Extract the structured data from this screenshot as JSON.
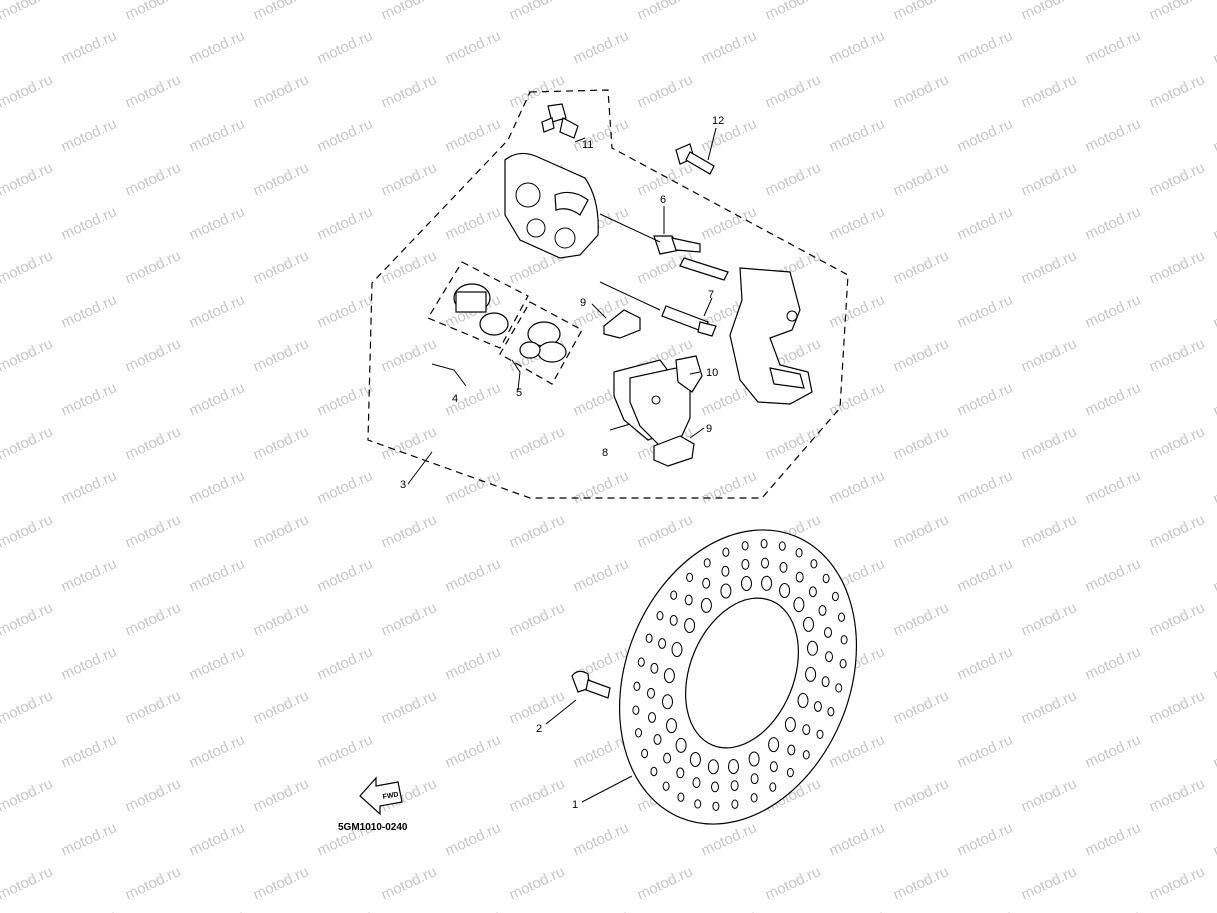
{
  "watermark": "motod.ru",
  "diagram_code": "5GM1010-0240",
  "fwd_label": "FWD",
  "callouts": {
    "c1": "1",
    "c2": "2",
    "c3": "3",
    "c4": "4",
    "c5": "5",
    "c6": "6",
    "c7": "7",
    "c8": "8",
    "c9a": "9",
    "c9b": "9",
    "c10": "10",
    "c11": "11",
    "c12": "12"
  },
  "colors": {
    "line": "#000000",
    "watermark": "#c8c8c8",
    "background": "#ffffff"
  }
}
